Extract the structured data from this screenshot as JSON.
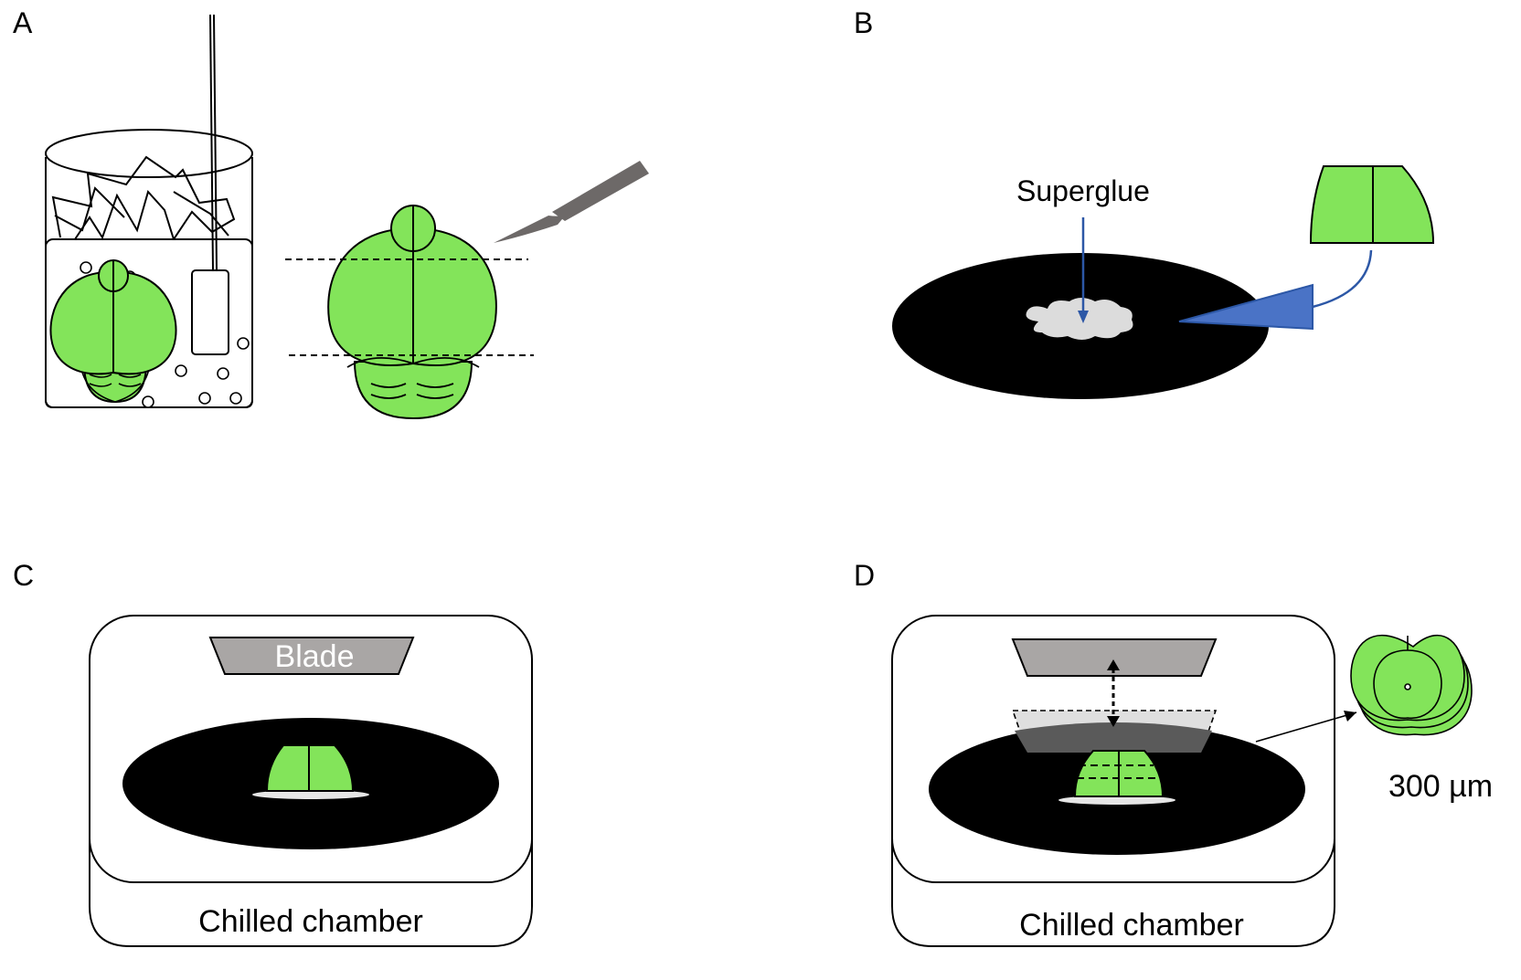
{
  "panels": {
    "a": {
      "letter": "A"
    },
    "b": {
      "letter": "B",
      "glue_label": "Superglue"
    },
    "c": {
      "letter": "C",
      "blade_label": "Blade",
      "chamber_label": "Chilled chamber"
    },
    "d": {
      "letter": "D",
      "chamber_label": "Chilled chamber",
      "slice_thickness": "300 µm"
    }
  },
  "colors": {
    "brain": "#83e45a",
    "stage": "#000000",
    "glue": "#dcdcdc",
    "blade": "#a9a6a5",
    "arrow_blue": "#2c57a6",
    "wedge_blue": "#4a73c6",
    "scalpel": "#6d6968"
  }
}
